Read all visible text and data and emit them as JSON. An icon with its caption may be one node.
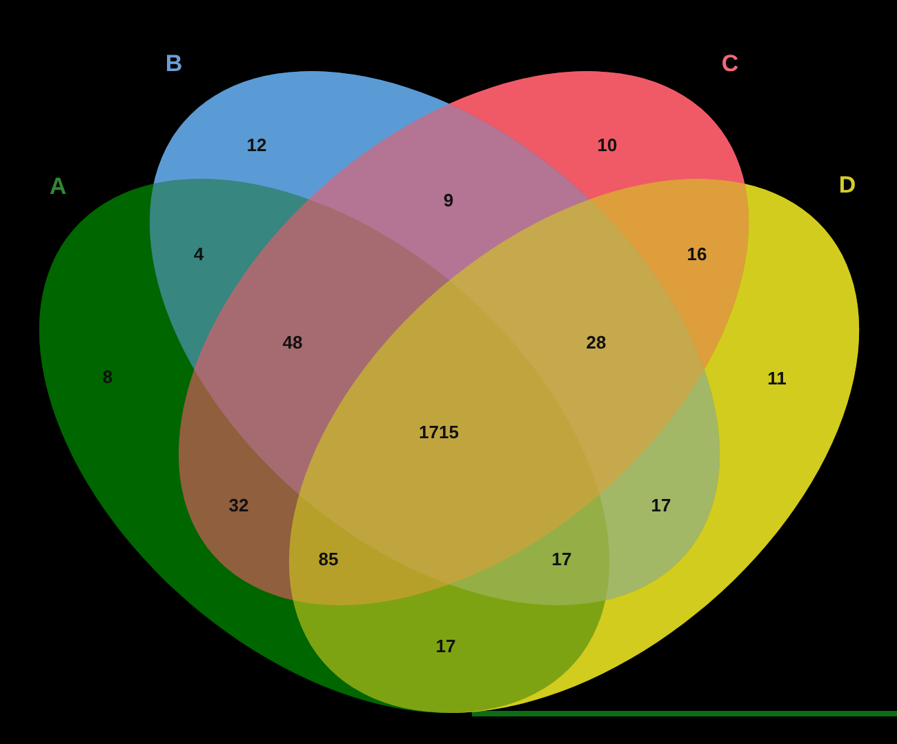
{
  "diagram": {
    "nodes": [
      {
        "text": [
          "A"
        ]
      },
      {
        "text": [
          "B"
        ]
      },
      {
        "text": [
          "C"
        ]
      },
      {
        "text": [
          "D"
        ]
      }
    ],
    "labels": [
      "12",
      "10",
      "9",
      "4",
      "16",
      "48",
      "28",
      "8",
      "11",
      "1715",
      "32",
      "17",
      "85",
      "17",
      "17"
    ]
  }
}
